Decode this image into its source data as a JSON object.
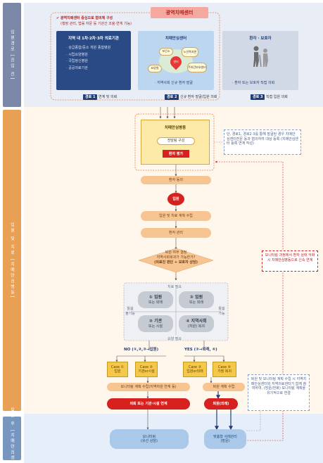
{
  "sections": {
    "entry": "입원경로 [진입 전]",
    "inpatient": "입원 및 치료 [치매안심병동]",
    "discharge": "퇴원 후 [치매안심센터]"
  },
  "center": {
    "title": "광역치매센터",
    "subtitle_line1": "✔ 광역치매센터 중심으로 협의체 구성",
    "subtitle_line2": "(행정 관리, 법률 자문 등 기관간 조율·연계 기능)"
  },
  "sources": {
    "hospital": {
      "title": "지역 내 1차·2차·3차 의료기관",
      "items": [
        "상급종합/중소 개원 종합병원",
        "시립요양병원",
        "국립정신병원",
        "공공의료기관"
      ]
    },
    "dementia_center": {
      "title": "치매안심센터",
      "bubbles": [
        "보건소",
        "노인복지관",
        "요양원",
        "주야간보호센터"
      ],
      "hub": "센터",
      "caption": "지역사회 신규 환자 발굴"
    },
    "patient": {
      "title": "환자 · 보호자",
      "caption": "환자 또는 보호자 직접 의뢰"
    }
  },
  "routes": [
    {
      "label": "경로 1",
      "desc": "연계 및 의뢰"
    },
    {
      "label": "경로 2",
      "desc": "신규 환자 발굴/입원 의뢰"
    },
    {
      "label": "경로 3",
      "desc": "직접 입원 의뢰"
    }
  ],
  "ward": {
    "title": "치매안심병동",
    "team": "전담팀 구성",
    "assess": "환자 평가"
  },
  "note_top": "단, 경로1, 경로2·3를 통해 발굴된 경우 치매안심센터전문 등과 협의하여 대상 등록 (치매안심센터 등록 연계 작성)",
  "steps": {
    "consent": "환자 동의",
    "admit": "입원",
    "plan": "입원 및 치료 계획 수립",
    "manage": "환자 관리",
    "decision_line1": "퇴원 여부 결정",
    "decision_line2": "지역사회복귀가 가능한가?",
    "decision_line3": "(의료진 판단 + 보호자 상담)"
  },
  "note_right": "모니터링 과정에서 환자 상태 악화 시 치매안심병동으로 신속 연계",
  "matrix": {
    "top": "치료 필요",
    "bottom": "요양 필요",
    "left": "돌봄 불가능",
    "right": "돌봄 가능",
    "q1_num": "①",
    "q1_title": "입원",
    "q1_sub": "또는 외래",
    "q2_num": "②",
    "q2_title": "입원",
    "q2_sub": "또는 외래",
    "q3_num": "③",
    "q3_title": "기관",
    "q3_sub": "또는 시설",
    "q4_num": "④",
    "q4_title": "지역사회",
    "q4_sub": "(자원) 복귀"
  },
  "branches": {
    "no": "NO (①,②,③→입원)",
    "yes": "YES (③→외래, ④)"
  },
  "cases": [
    {
      "label": "Case ①",
      "sub": "입원"
    },
    {
      "label": "Case ②",
      "sub": "기관or시설"
    },
    {
      "label": "Case ③",
      "sub": "입원or외래"
    },
    {
      "label": "Case ④",
      "sub": "가정 복귀"
    }
  ],
  "left_flow": {
    "plan": "모니터링 계획 수립(지역자원 연계 등)",
    "result": "의뢰 또는 기관·시설 연계"
  },
  "right_flow": {
    "plan": "퇴원 계획 수립",
    "result": "퇴원(외래)"
  },
  "note_bottom": "퇴원 및 모니터링 계획 수립 시 지역치매안심센터와 지역의료센터가 함께 참여하여, (방문/전화) 모니터링 계획을 유기적으로 연결",
  "aftercare": {
    "monitoring": "모니터링",
    "monitoring_sub": "(유선 상담)",
    "case_mgmt": "맞춤형 사례관리",
    "case_mgmt_sub": "(방문)"
  },
  "colors": {
    "accent_red": "#d6211f",
    "orange": "#f6c592",
    "navy": "#2a4a85",
    "blue_light": "#a9c8ea"
  }
}
